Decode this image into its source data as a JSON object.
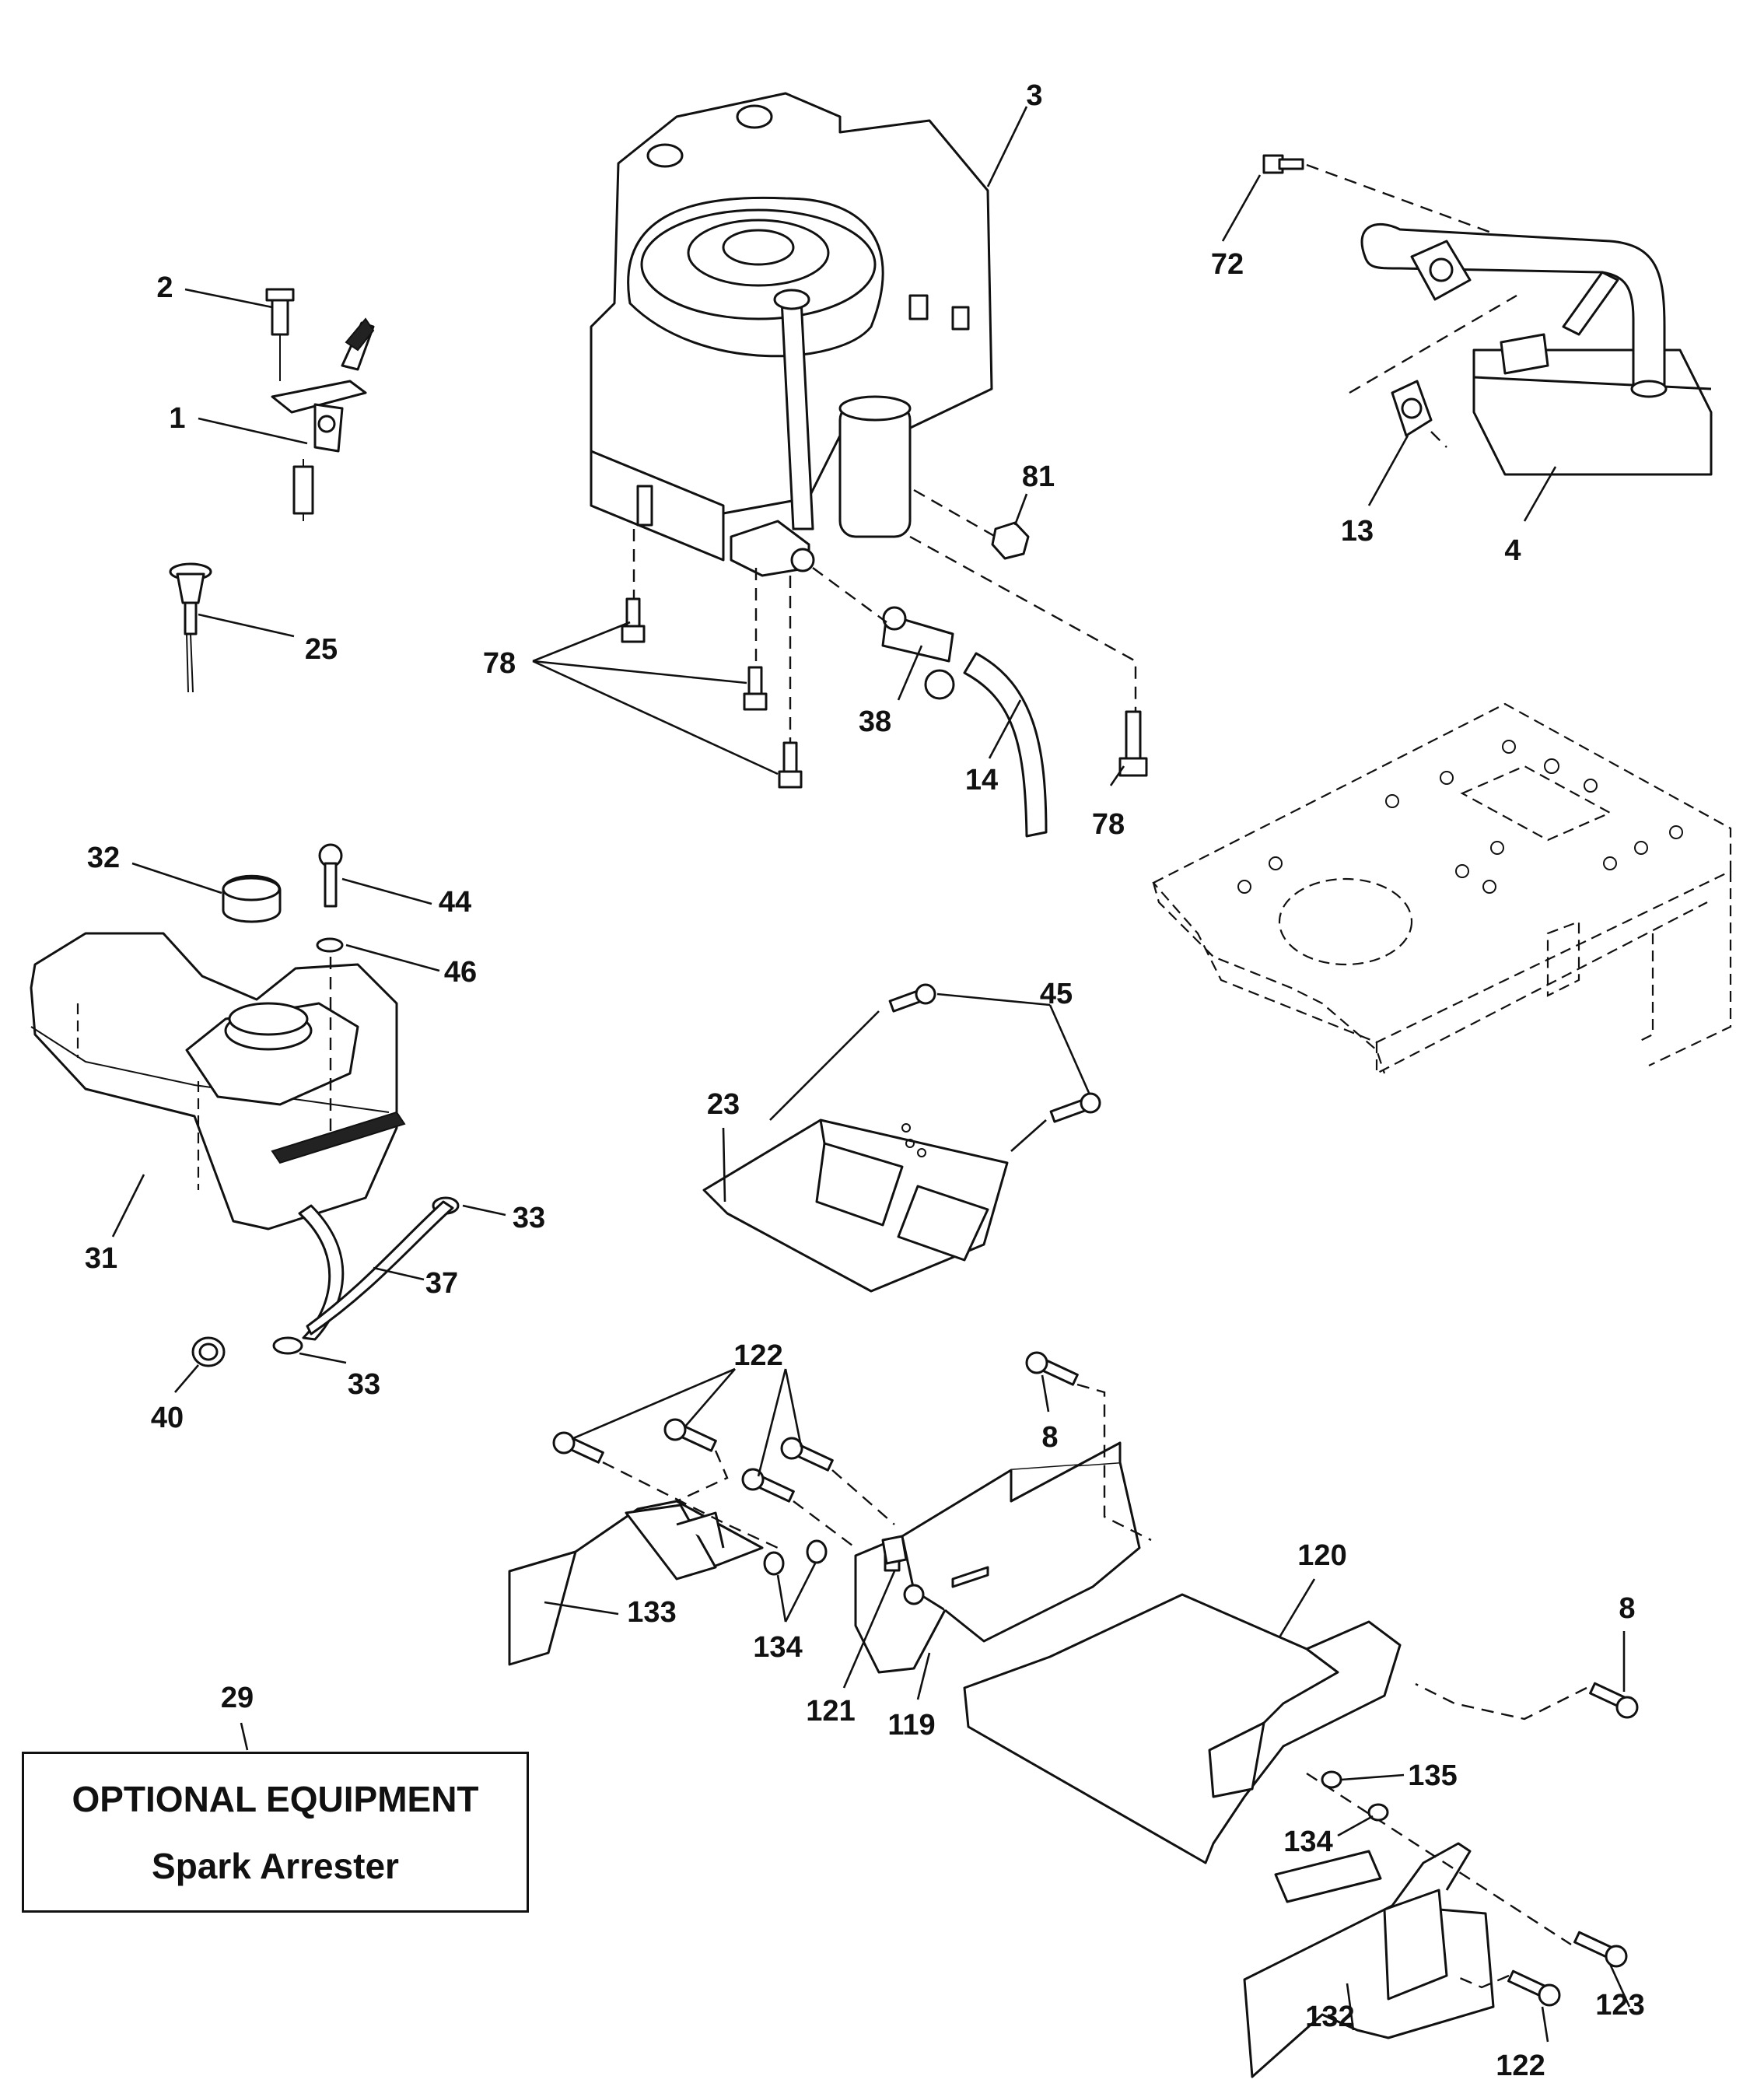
{
  "callouts": {
    "c1": "1",
    "c2": "2",
    "c3": "3",
    "c4": "4",
    "c8a": "8",
    "c8b": "8",
    "c13": "13",
    "c14": "14",
    "c23": "23",
    "c25": "25",
    "c29": "29",
    "c31": "31",
    "c32": "32",
    "c33a": "33",
    "c33b": "33",
    "c37": "37",
    "c38": "38",
    "c40": "40",
    "c44": "44",
    "c45": "45",
    "c46": "46",
    "c72": "72",
    "c78a": "78",
    "c78b": "78",
    "c81": "81",
    "c119": "119",
    "c120": "120",
    "c121": "121",
    "c122a": "122",
    "c122b": "122",
    "c123": "123",
    "c132": "132",
    "c133": "133",
    "c134a": "134",
    "c134b": "134",
    "c135": "135"
  },
  "optional_box": {
    "title": "OPTIONAL EQUIPMENT",
    "subtitle": "Spark Arrester"
  },
  "icons": [
    "engine",
    "muffler",
    "fuel-tank",
    "throttle-control",
    "dipstick",
    "heat-shield",
    "engine-mount-bracket",
    "frame-outline"
  ]
}
